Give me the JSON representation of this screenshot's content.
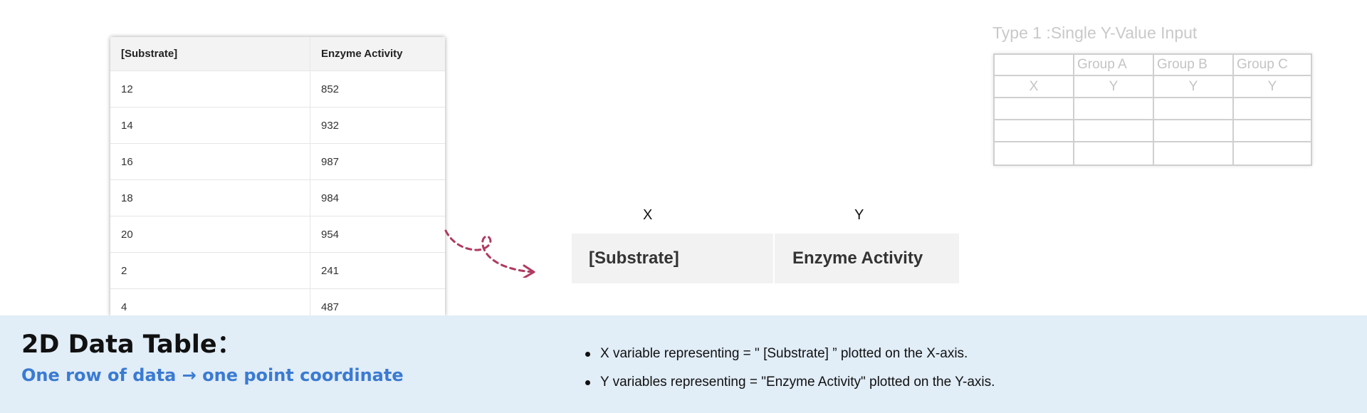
{
  "data_table": {
    "headers": [
      "[Substrate]",
      "Enzyme Activity"
    ],
    "rows": [
      [
        "12",
        "852"
      ],
      [
        "14",
        "932"
      ],
      [
        "16",
        "987"
      ],
      [
        "18",
        "984"
      ],
      [
        "20",
        "954"
      ],
      [
        "2",
        "241"
      ],
      [
        "4",
        "487"
      ]
    ]
  },
  "header_preview": {
    "x_letter": "X",
    "y_letter": "Y",
    "x_header": "[Substrate]",
    "y_header": "Enzyme Activity"
  },
  "type1": {
    "title": "Type 1 :Single Y-Value Input",
    "group_headers": [
      "",
      "Group A",
      "Group B",
      "Group C"
    ],
    "sub_headers": [
      "X",
      "Y",
      "Y",
      "Y"
    ],
    "empty_rows": 3
  },
  "band": {
    "title": "2D Data Table：",
    "subtitle": "One row of data → one point coordinate",
    "bullets": [
      "X variable representing = \" [Substrate] ”  plotted on the X-axis.",
      "Y variables representing = \"Enzyme Activity\"  plotted on the Y-axis."
    ]
  },
  "colors": {
    "band_bg": "#e1edf7",
    "subtitle": "#3a7ad2",
    "arrow": "#b03a62"
  },
  "icons": {
    "arrow": "dashed-curved-arrow-icon"
  }
}
